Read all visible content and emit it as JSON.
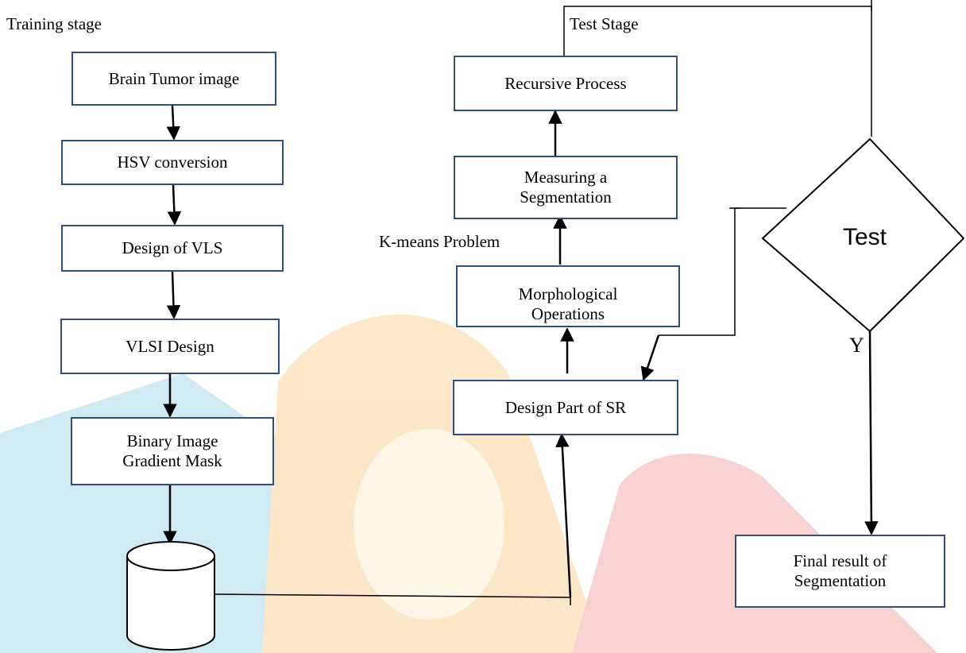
{
  "diagram": {
    "training_label": "Training stage",
    "test_stage_label": "Test Stage",
    "kmeans_label": "K-means Problem",
    "decision_label": "Test",
    "yes_label": "Y",
    "left_column": {
      "brain_tumor": "Brain Tumor image",
      "hsv": "HSV conversion",
      "design_vls": "Design of VLS",
      "vlsi": "VLSI Design",
      "binary_line1": "Binary Image",
      "binary_line2": "Gradient Mask"
    },
    "middle_column": {
      "recursive": "Recursive Process",
      "measuring_line1": "Measuring a",
      "measuring_line2": "Segmentation",
      "morph_line1": "Morphological",
      "morph_line2": "Operations",
      "design_sr": "Design Part of SR"
    },
    "final_line1": "Final result of",
    "final_line2": "Segmentation"
  },
  "colors": {
    "box_border": "#2f4f7f",
    "background_blue": "#bfe3ee",
    "background_orange": "#fde0b8",
    "background_red": "#f6c2c2"
  }
}
